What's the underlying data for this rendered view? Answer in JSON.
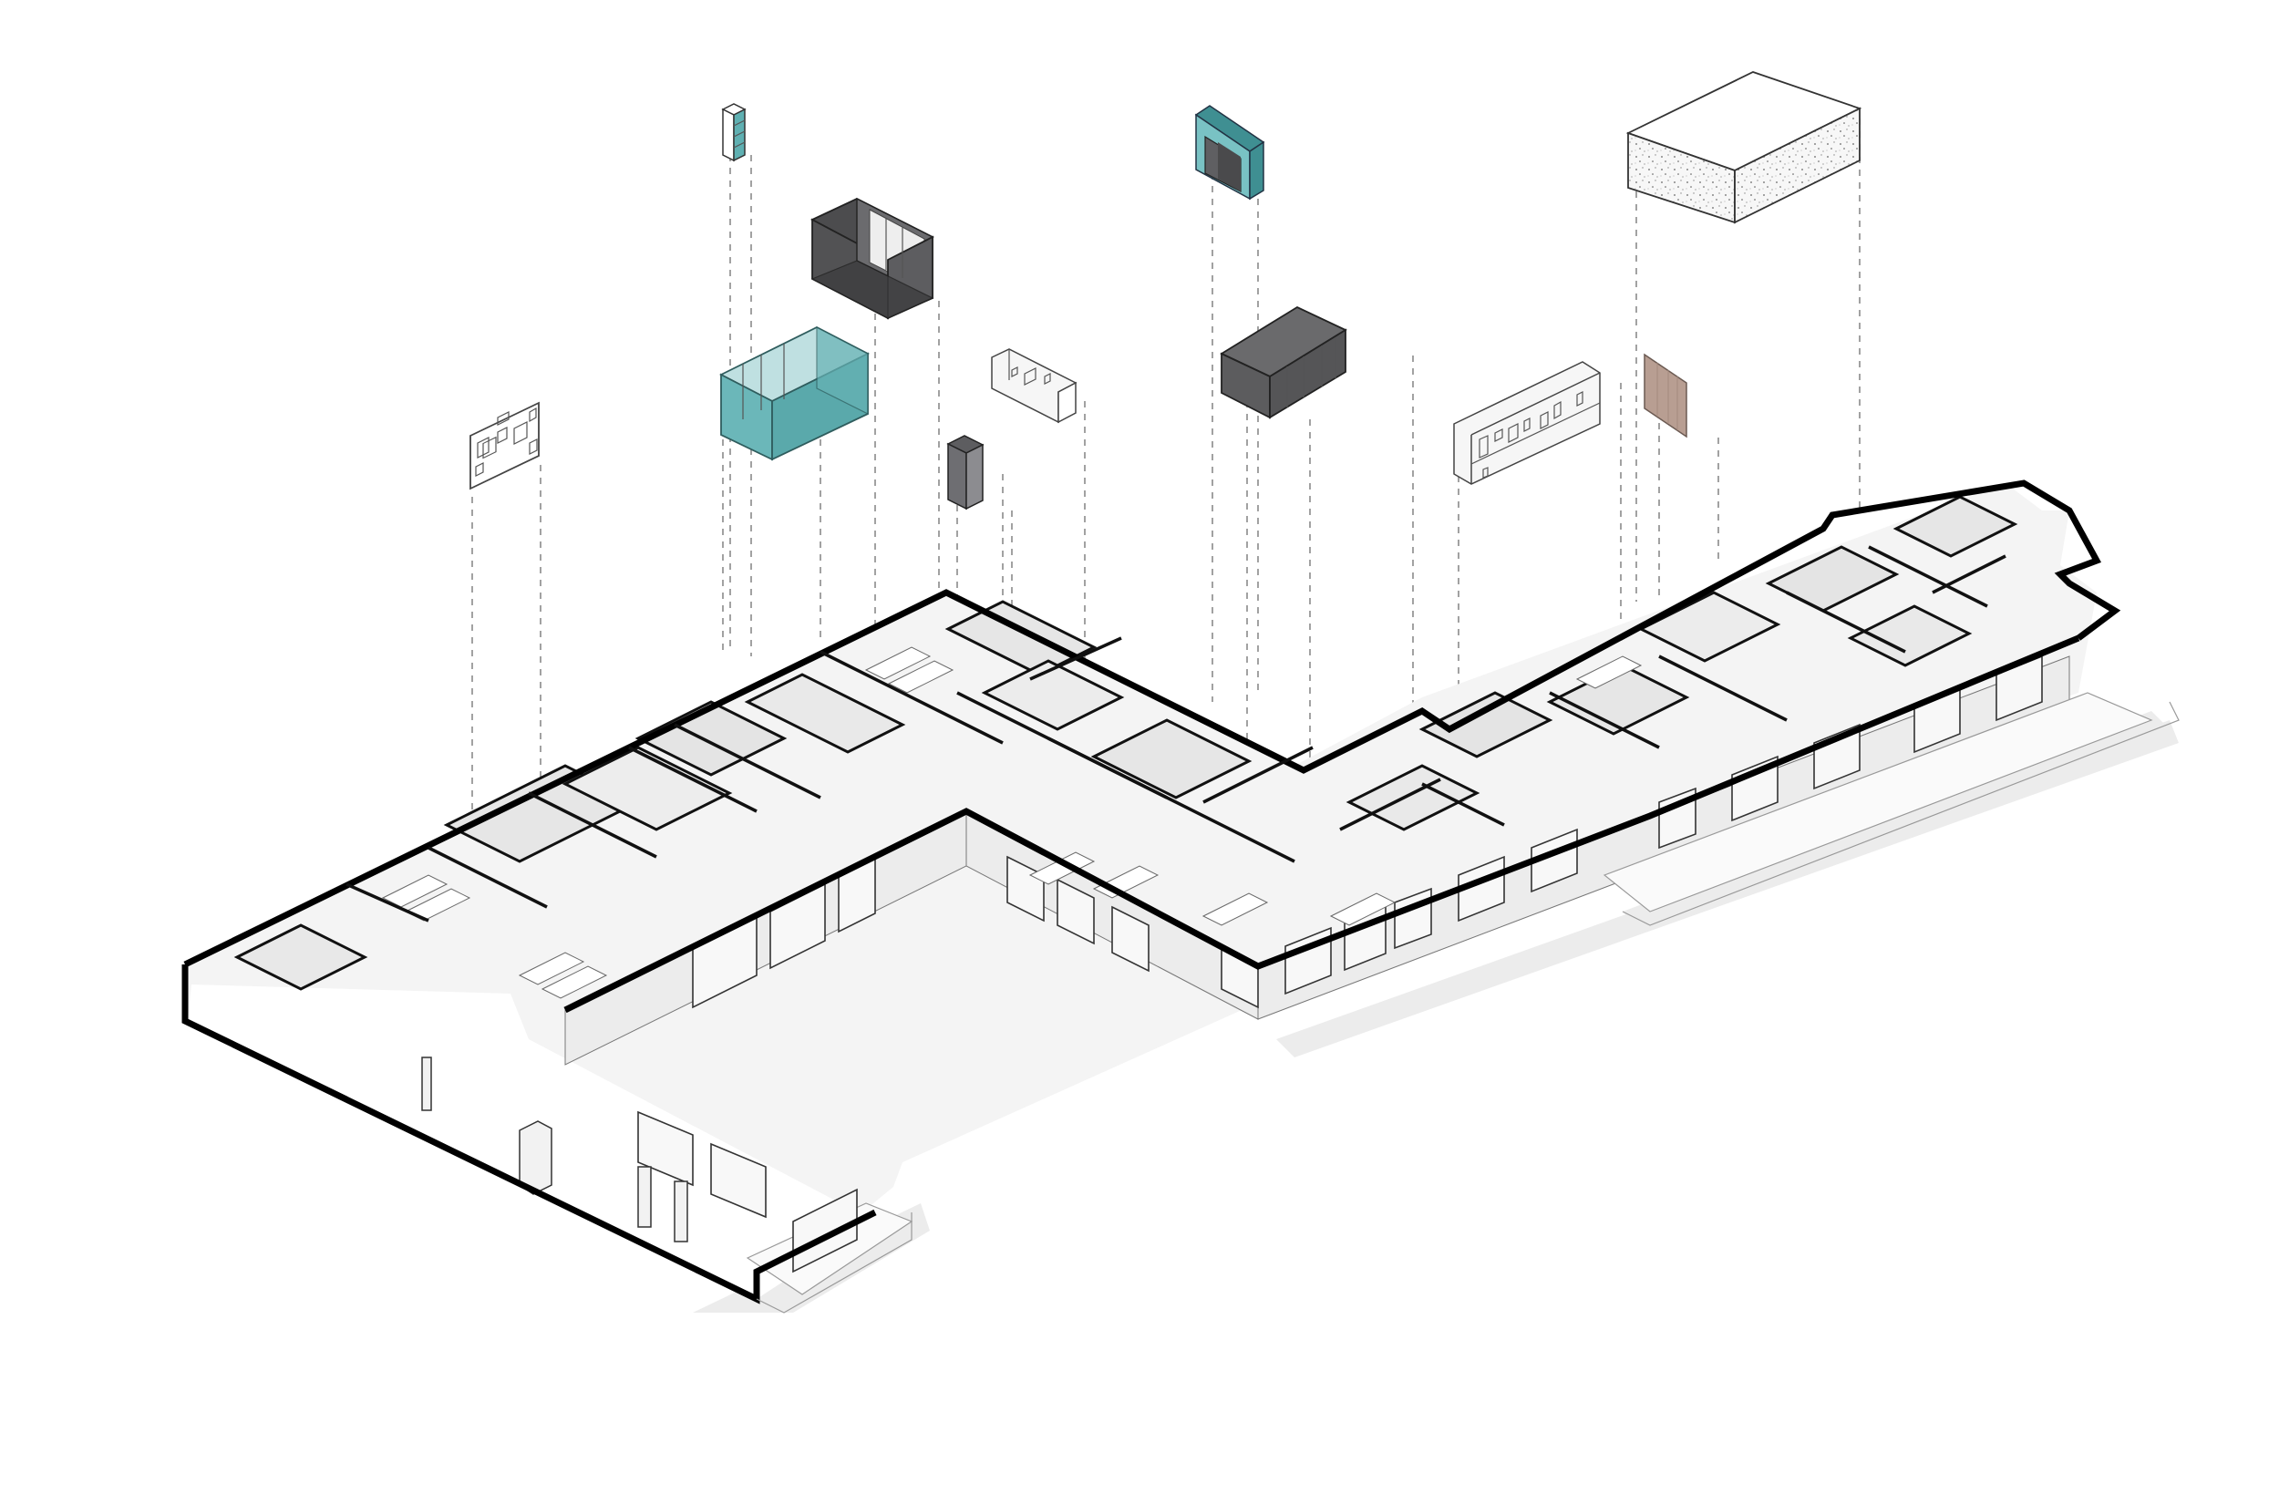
{
  "diagram": {
    "type": "exploded-axonometric-floor-plan",
    "components": [
      {
        "name": "perforated-wall-panel-left",
        "color": "#ffffff"
      },
      {
        "name": "teal-shelving-unit",
        "color": "#5fb0b2"
      },
      {
        "name": "dark-glass-room",
        "color": "#4a4a4c"
      },
      {
        "name": "teal-glass-meeting-room",
        "color": "#64b3b5"
      },
      {
        "name": "dark-gray-column-box",
        "color": "#6e6e72"
      },
      {
        "name": "perforated-room-volume-small",
        "color": "#f2f2f2"
      },
      {
        "name": "teal-door-frame-portal",
        "color": "#4fa3a6"
      },
      {
        "name": "dark-gray-storage-room",
        "color": "#5a5a5c"
      },
      {
        "name": "perforated-room-volume-large",
        "color": "#f2f2f2"
      },
      {
        "name": "wood-panel",
        "color": "#b89e92"
      },
      {
        "name": "speckled-ceiling-block",
        "color": "#e8e8e8"
      }
    ],
    "floor_plan": {
      "wall_color": "#000000",
      "floor_color": "#ffffff",
      "shadow_color": "#e6e6e6"
    }
  }
}
